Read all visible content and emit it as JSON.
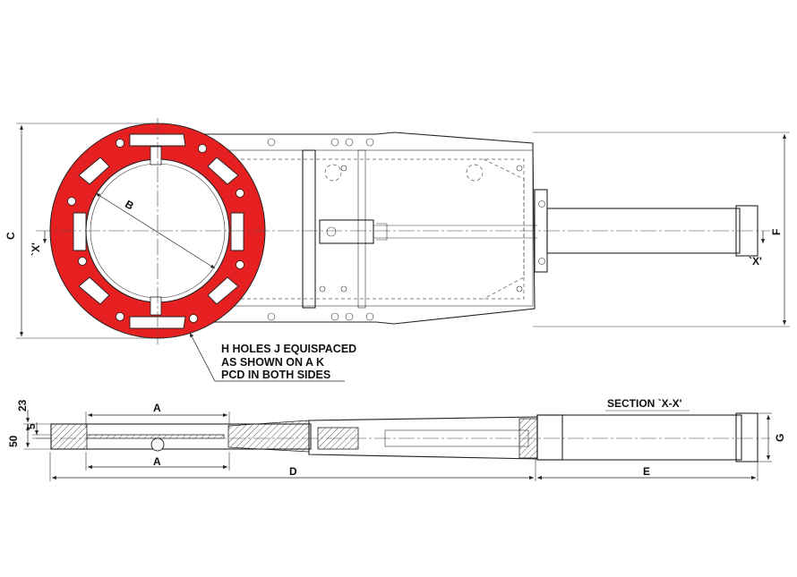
{
  "labels": {
    "B": "B",
    "C": "C",
    "F": "F",
    "X_left": "`X'",
    "X_right": "`X'",
    "A_top": "A",
    "A_bottom": "A",
    "D": "D",
    "E": "E",
    "G": "G",
    "dim_23": "23",
    "dim_5": "5",
    "dim_50": "50",
    "section": "SECTION `X-X'"
  },
  "note": {
    "line1": "H HOLES J EQUISPACED",
    "line2": "AS SHOWN ON A K",
    "line3": "PCD IN BOTH SIDES"
  },
  "colors": {
    "flange": "#e62020",
    "outline": "#222222"
  }
}
